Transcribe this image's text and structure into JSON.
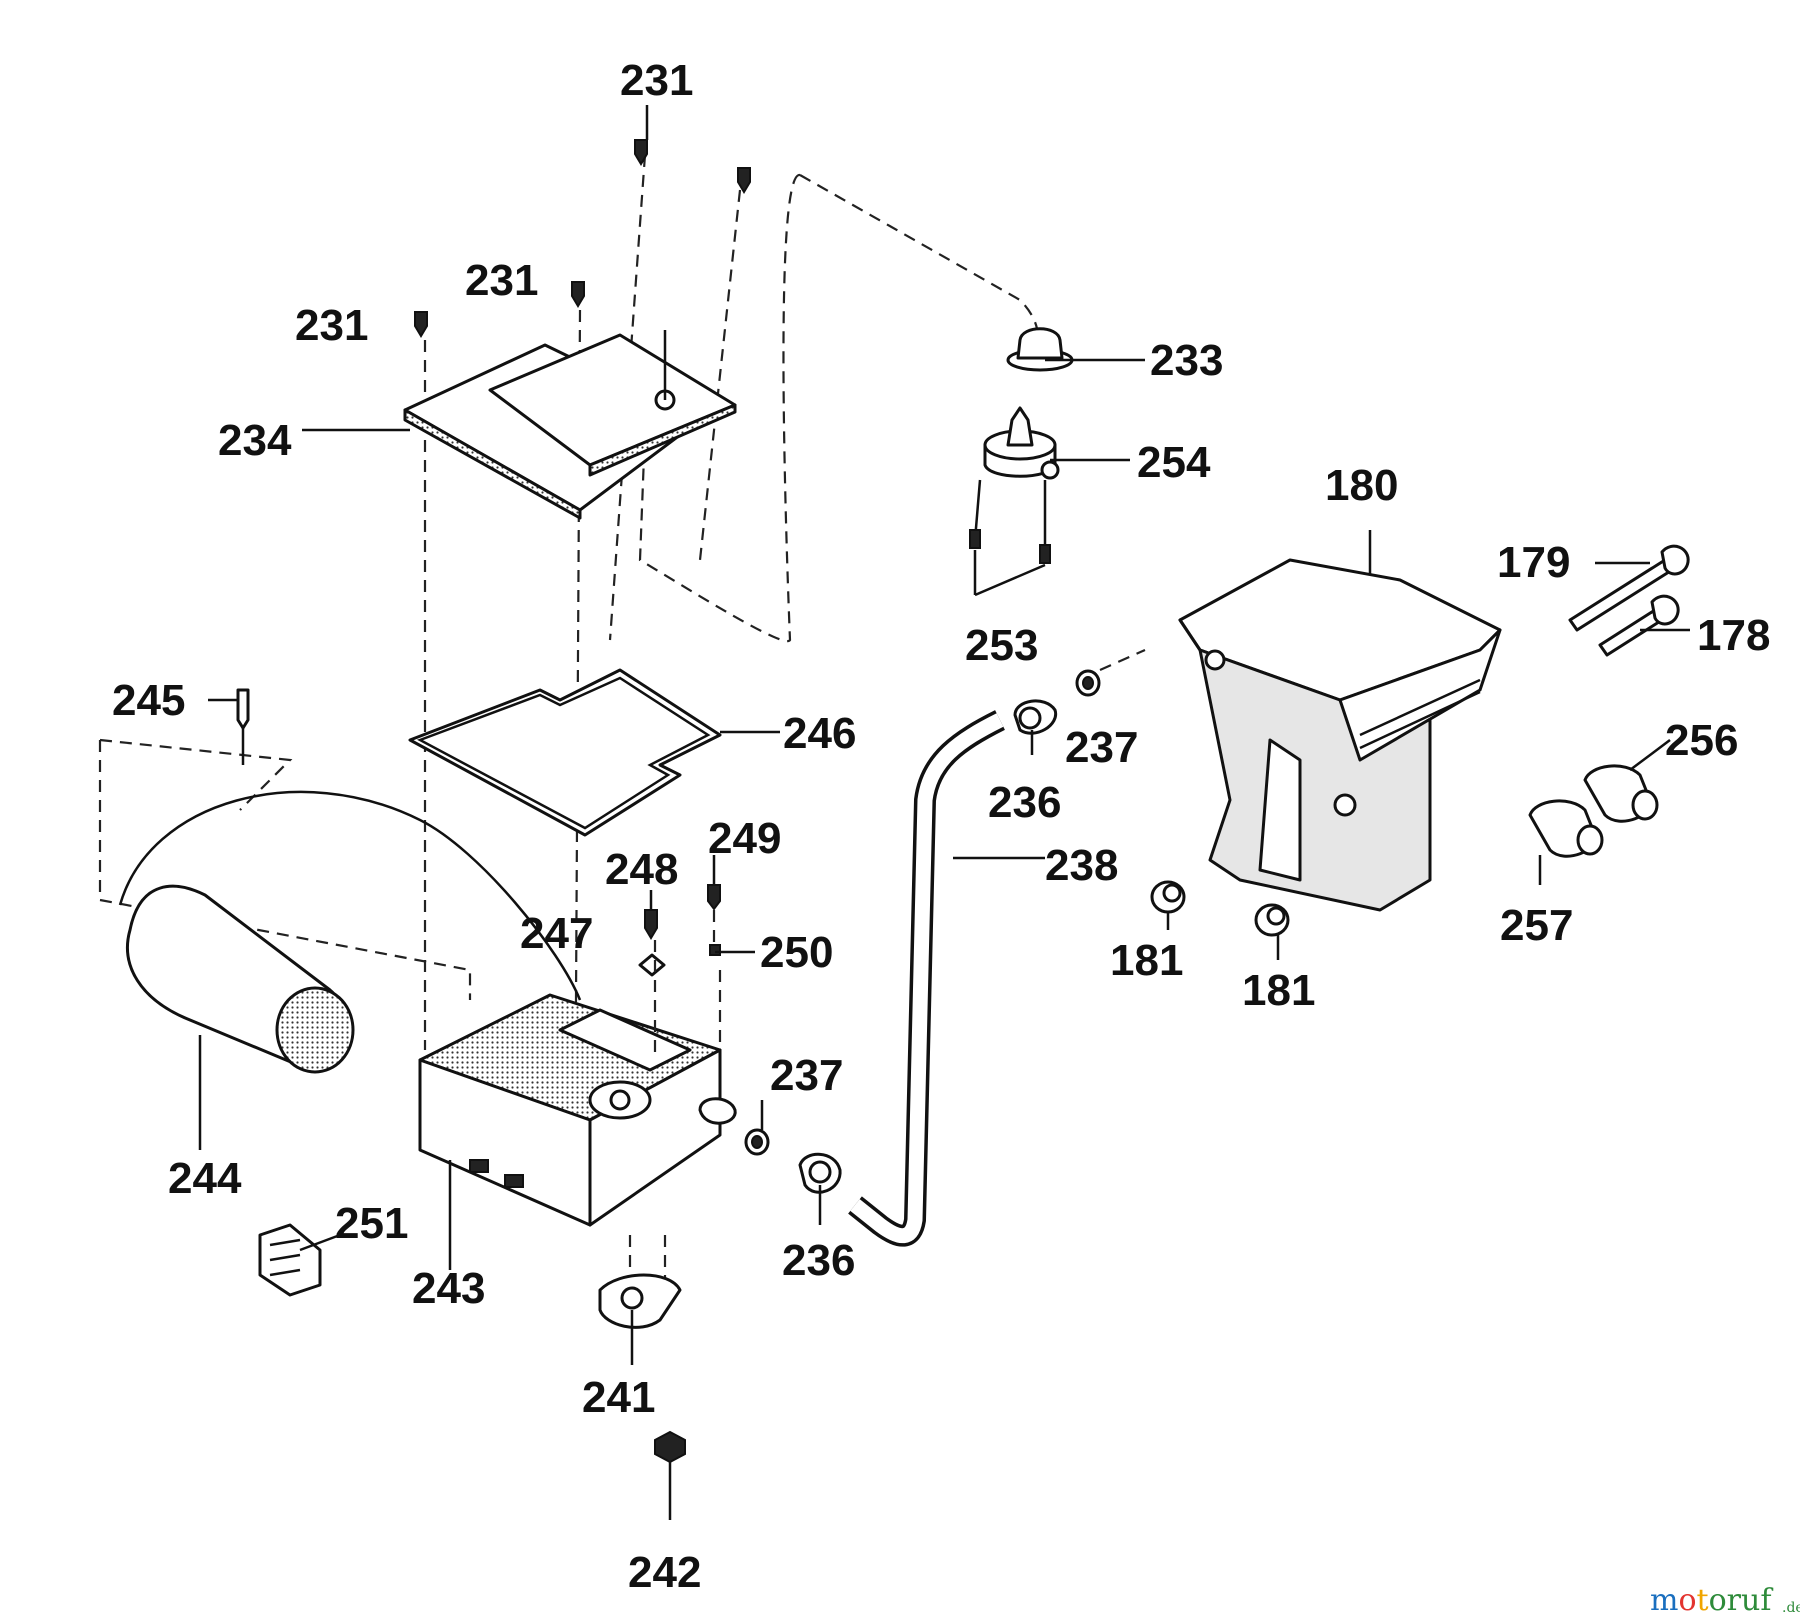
{
  "labels": {
    "p231a": "231",
    "p231b": "231",
    "p231c": "231",
    "p233": "233",
    "p234": "234",
    "p254": "254",
    "p253": "253",
    "p180": "180",
    "p179": "179",
    "p178": "178",
    "p245": "245",
    "p246": "246",
    "p237a": "237",
    "p236a": "236",
    "p256": "256",
    "p249": "249",
    "p248": "248",
    "p238": "238",
    "p247": "247",
    "p250": "250",
    "p181a": "181",
    "p181b": "181",
    "p257": "257",
    "p237b": "237",
    "p244": "244",
    "p251": "251",
    "p236b": "236",
    "p243": "243",
    "p241": "241",
    "p242": "242"
  },
  "watermark": {
    "brand": "motoruf",
    "tld": ".de"
  },
  "colors": {
    "watermark_m": "#1a6fbf",
    "watermark_o": "#e3342f",
    "watermark_t": "#f0a500",
    "watermark_rest": "#2e8b3a"
  }
}
